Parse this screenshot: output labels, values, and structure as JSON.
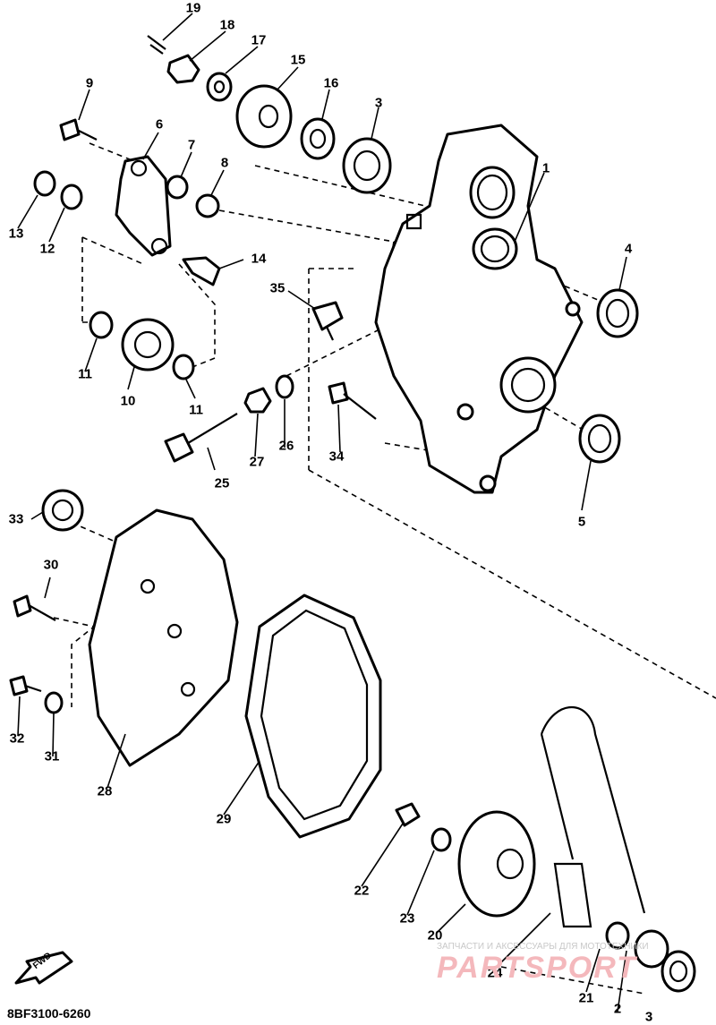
{
  "callouts": [
    {
      "id": "1",
      "label": "1"
    },
    {
      "id": "2",
      "label": "2"
    },
    {
      "id": "3a",
      "label": "3"
    },
    {
      "id": "3b",
      "label": "3"
    },
    {
      "id": "4",
      "label": "4"
    },
    {
      "id": "5",
      "label": "5"
    },
    {
      "id": "6",
      "label": "6"
    },
    {
      "id": "7",
      "label": "7"
    },
    {
      "id": "8",
      "label": "8"
    },
    {
      "id": "9",
      "label": "9"
    },
    {
      "id": "10",
      "label": "10"
    },
    {
      "id": "11a",
      "label": "11"
    },
    {
      "id": "11b",
      "label": "11"
    },
    {
      "id": "12",
      "label": "12"
    },
    {
      "id": "13",
      "label": "13"
    },
    {
      "id": "14",
      "label": "14"
    },
    {
      "id": "15",
      "label": "15"
    },
    {
      "id": "16",
      "label": "16"
    },
    {
      "id": "17",
      "label": "17"
    },
    {
      "id": "18",
      "label": "18"
    },
    {
      "id": "19",
      "label": "19"
    },
    {
      "id": "20",
      "label": "20"
    },
    {
      "id": "21",
      "label": "21"
    },
    {
      "id": "22",
      "label": "22"
    },
    {
      "id": "23",
      "label": "23"
    },
    {
      "id": "24",
      "label": "24"
    },
    {
      "id": "25",
      "label": "25"
    },
    {
      "id": "26",
      "label": "26"
    },
    {
      "id": "27",
      "label": "27"
    },
    {
      "id": "28",
      "label": "28"
    },
    {
      "id": "29",
      "label": "29"
    },
    {
      "id": "30",
      "label": "30"
    },
    {
      "id": "31",
      "label": "31"
    },
    {
      "id": "32",
      "label": "32"
    },
    {
      "id": "33",
      "label": "33"
    },
    {
      "id": "34",
      "label": "34"
    },
    {
      "id": "35",
      "label": "35"
    }
  ],
  "document_code": "8BF3100-6260",
  "fwd_label": "FWD",
  "watermark": {
    "top_text": "ЗАПЧАСТИ И АКСЕССУАРЫ ДЛЯ МОТОТЕХНИКИ",
    "logo_text": "PARTSPORT"
  }
}
